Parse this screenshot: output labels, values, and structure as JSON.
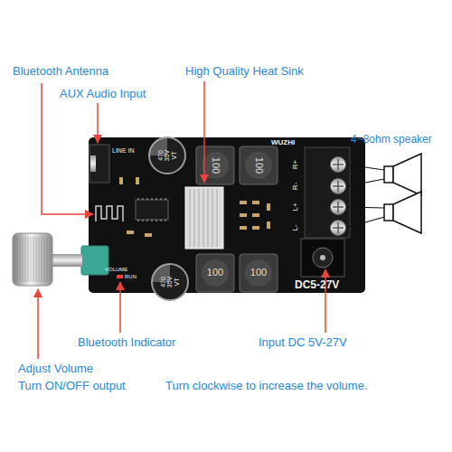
{
  "diagram": {
    "labels": [
      "Bluetooth Antenna",
      "High Quality Heat Sink",
      "AUX Audio Input",
      "4~8ohm speaker",
      "LINE IN",
      "470 35V VT",
      "100",
      "100",
      "WUZHI",
      "R+",
      "R-",
      "L+",
      "L-",
      "VOLUME",
      "RUN",
      "470 35V VT",
      "100",
      "100",
      "DC5-27V",
      "Bluetooth Indicator",
      "Input DC 5V-27V",
      "Adjust Volume",
      "Turn ON/OFF output",
      "Turn clockwise to increase the volume."
    ]
  }
}
